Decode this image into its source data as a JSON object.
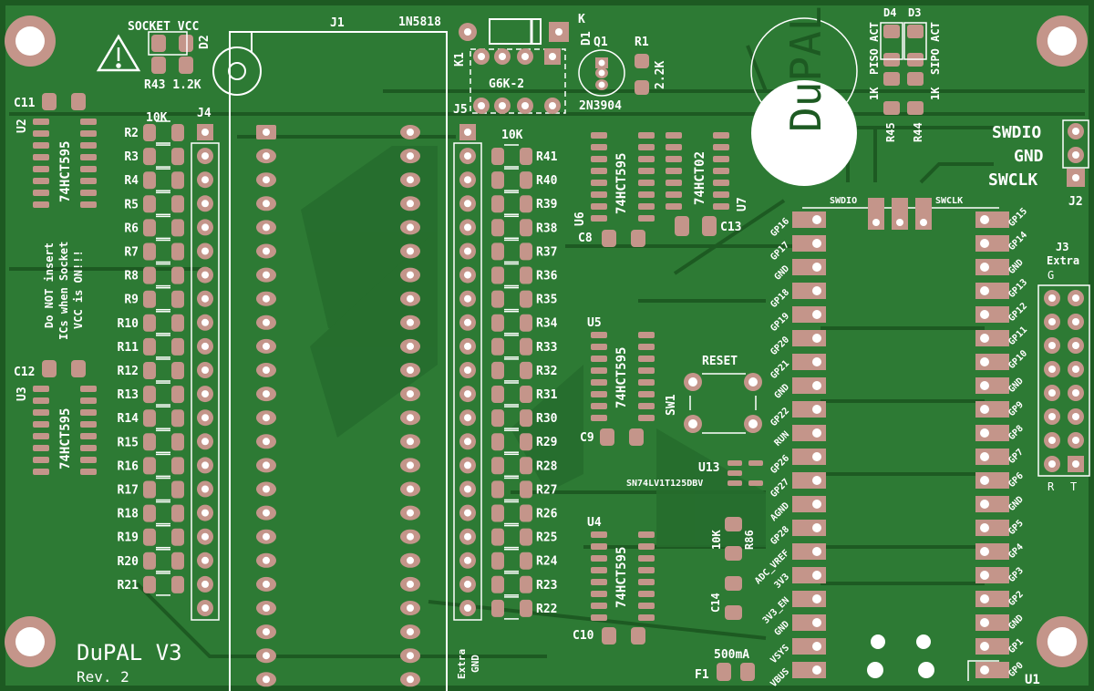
{
  "board": {
    "title": "DuPAL V3",
    "revision": "Rev. 2",
    "logo_text": "DuPAL",
    "warning_lines": [
      "Do NOT insert",
      "ICs when Socket",
      "VCC is ON!!!"
    ],
    "colors": {
      "board": "#2d7a34",
      "copper": "#1d5a22",
      "pad": "#c4958a",
      "silk": "#ffffff"
    }
  },
  "components": {
    "socket_vcc": "SOCKET VCC",
    "d2": "D2",
    "r43": "R43 1.2K",
    "c11": "C11",
    "u2": "U2",
    "u2_part": "74HCT595",
    "c12": "C12",
    "u3": "U3",
    "u3_part": "74HCT595",
    "j1": "J1",
    "j4": "J4",
    "j5": "J5",
    "left_res_value": "10K",
    "right_res_value": "10K",
    "left_resistors": [
      "R2",
      "R3",
      "R4",
      "R5",
      "R6",
      "R7",
      "R8",
      "R9",
      "R10",
      "R11",
      "R12",
      "R13",
      "R14",
      "R15",
      "R16",
      "R17",
      "R18",
      "R19",
      "R20",
      "R21"
    ],
    "right_resistors": [
      "R41",
      "R40",
      "R39",
      "R38",
      "R37",
      "R36",
      "R35",
      "R34",
      "R33",
      "R32",
      "R31",
      "R30",
      "R29",
      "R28",
      "R27",
      "R26",
      "R25",
      "R24",
      "R23",
      "R22"
    ],
    "diode_part": "1N5818",
    "d1": "D1",
    "d1_k": "K",
    "k1": "K1",
    "k1_part": "G6K-2",
    "q1": "Q1",
    "q1_part": "2N3904",
    "r1": "R1",
    "r1_value": "2.2K",
    "u6": "U6",
    "u6_part": "74HCT595",
    "c8": "C8",
    "u7": "U7",
    "u7_part": "74HCT02",
    "c13": "C13",
    "u5": "U5",
    "u5_part": "74HCT595",
    "c9": "C9",
    "sw1": "SW1",
    "reset": "RESET",
    "u13": "U13",
    "u13_part": "SN74LV1T125DBV",
    "u4": "U4",
    "u4_part": "74HCT595",
    "c10": "C10",
    "r86": "R86",
    "r86_value": "10K",
    "c14": "C14",
    "f1": "F1",
    "f1_value": "500mA",
    "extra_gnd": [
      "Extra",
      "GND"
    ],
    "d4": "D4",
    "d3": "D3",
    "piso_act": "PISO ACT",
    "sipo_act": "SIPO ACT",
    "r45": "R45",
    "r44": "R44",
    "r45_value": "1K",
    "r44_value": "1K",
    "j2": "J2",
    "j2_pins": [
      "SWDIO",
      "GND",
      "SWCLK"
    ],
    "swd_labels": [
      "SWDIO",
      "SWCLK"
    ],
    "j3": "J3",
    "j3_extra": "Extra",
    "j3_g": "G",
    "j3_r": "R",
    "j3_t": "T",
    "u1": "U1",
    "u1_left_pins": [
      "GP16",
      "GP17",
      "GND",
      "GP18",
      "GP19",
      "GP20",
      "GP21",
      "GND",
      "GP22",
      "RUN",
      "GP26",
      "GP27",
      "AGND",
      "GP28",
      "ADC_VREF",
      "3V3",
      "3V3_EN",
      "GND",
      "VSYS",
      "VBUS"
    ],
    "u1_right_pins": [
      "GP15",
      "GP14",
      "GND",
      "GP13",
      "GP12",
      "GP11",
      "GP10",
      "GND",
      "GP9",
      "GP8",
      "GP7",
      "GP6",
      "GND",
      "GP5",
      "GP4",
      "GP3",
      "GP2",
      "GND",
      "GP1",
      "GP0"
    ]
  }
}
